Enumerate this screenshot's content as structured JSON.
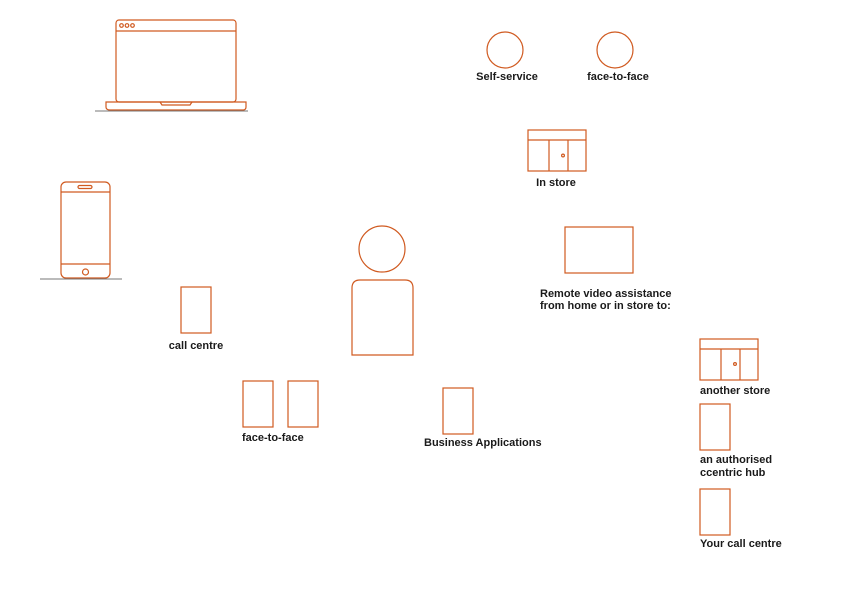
{
  "colors": {
    "stroke": "#d05a20",
    "baseline": "#777777",
    "text": "#1a1a1a"
  },
  "labels": {
    "self_service": "Self-service",
    "face_to_face_top": "face-to-face",
    "in_store": "In store",
    "remote_video_line1": "Remote video assistance",
    "remote_video_line2": "from home or in store to:",
    "call_centre": "call centre",
    "face_to_face_bottom": "face-to-face",
    "business_applications": "Business Applications",
    "another_store": "another store",
    "authorised_hub_line1": "an authorised",
    "authorised_hub_line2": "ccentric hub",
    "your_call_centre": "Your call centre"
  }
}
